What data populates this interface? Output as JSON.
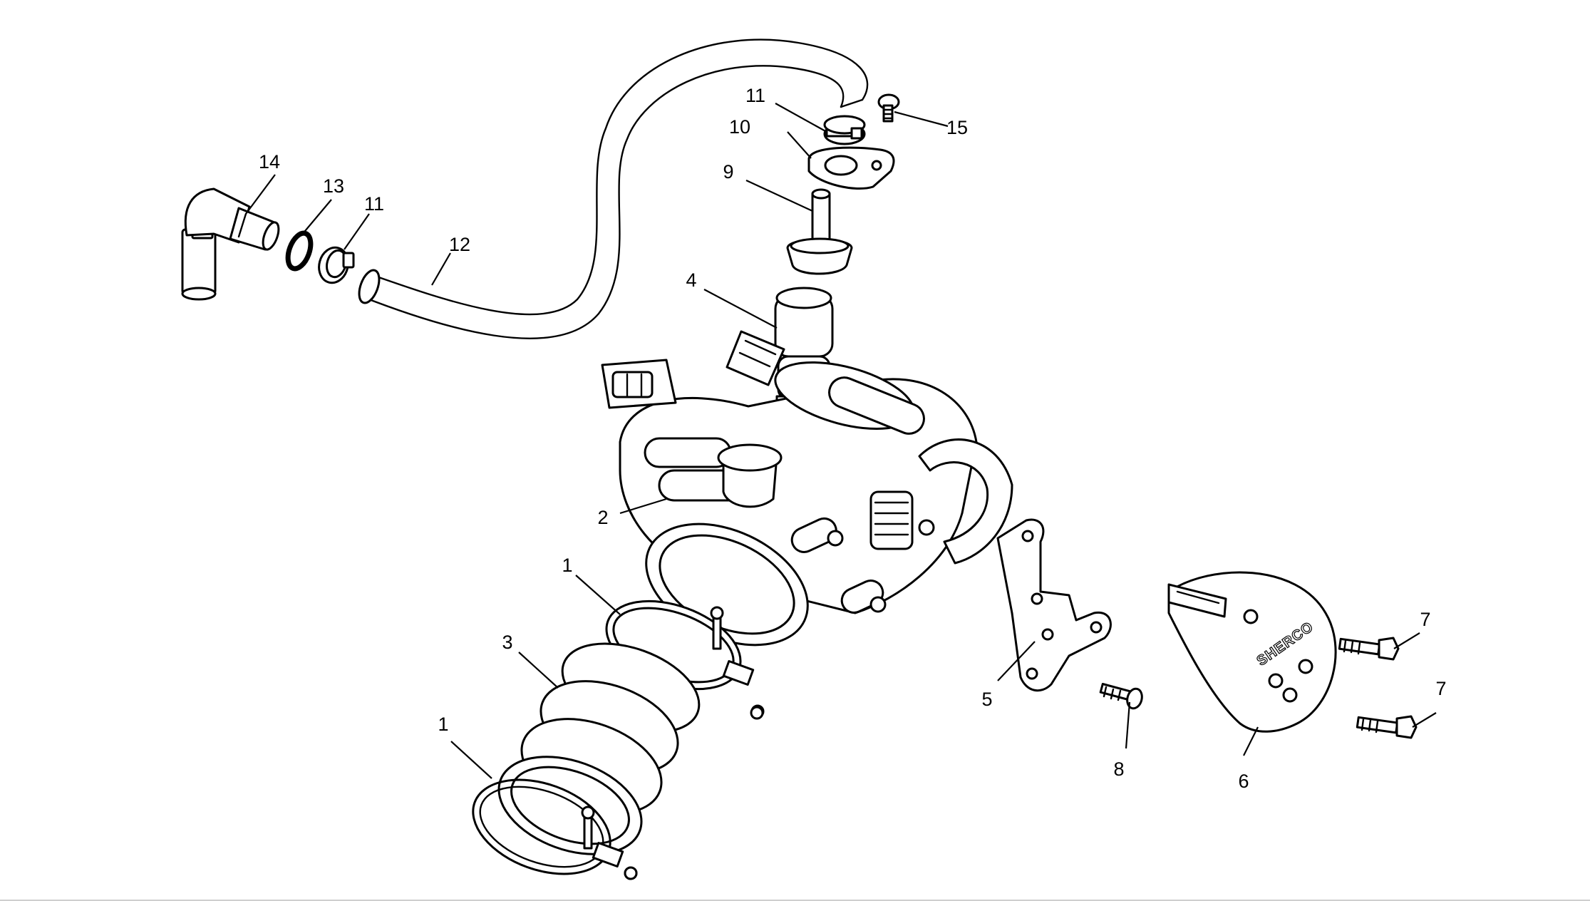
{
  "diagram": {
    "brand_logo": "SHERCO",
    "callouts": [
      {
        "id": "c14",
        "label": "14"
      },
      {
        "id": "c13",
        "label": "13"
      },
      {
        "id": "c11a",
        "label": "11"
      },
      {
        "id": "c12",
        "label": "12"
      },
      {
        "id": "c11b",
        "label": "11"
      },
      {
        "id": "c10",
        "label": "10"
      },
      {
        "id": "c9",
        "label": "9"
      },
      {
        "id": "c15",
        "label": "15"
      },
      {
        "id": "c4",
        "label": "4"
      },
      {
        "id": "c2",
        "label": "2"
      },
      {
        "id": "c1a",
        "label": "1"
      },
      {
        "id": "c3",
        "label": "3"
      },
      {
        "id": "c1b",
        "label": "1"
      },
      {
        "id": "c5",
        "label": "5"
      },
      {
        "id": "c8",
        "label": "8"
      },
      {
        "id": "c6",
        "label": "6"
      },
      {
        "id": "c7a",
        "label": "7"
      },
      {
        "id": "c7b",
        "label": "7"
      }
    ]
  }
}
